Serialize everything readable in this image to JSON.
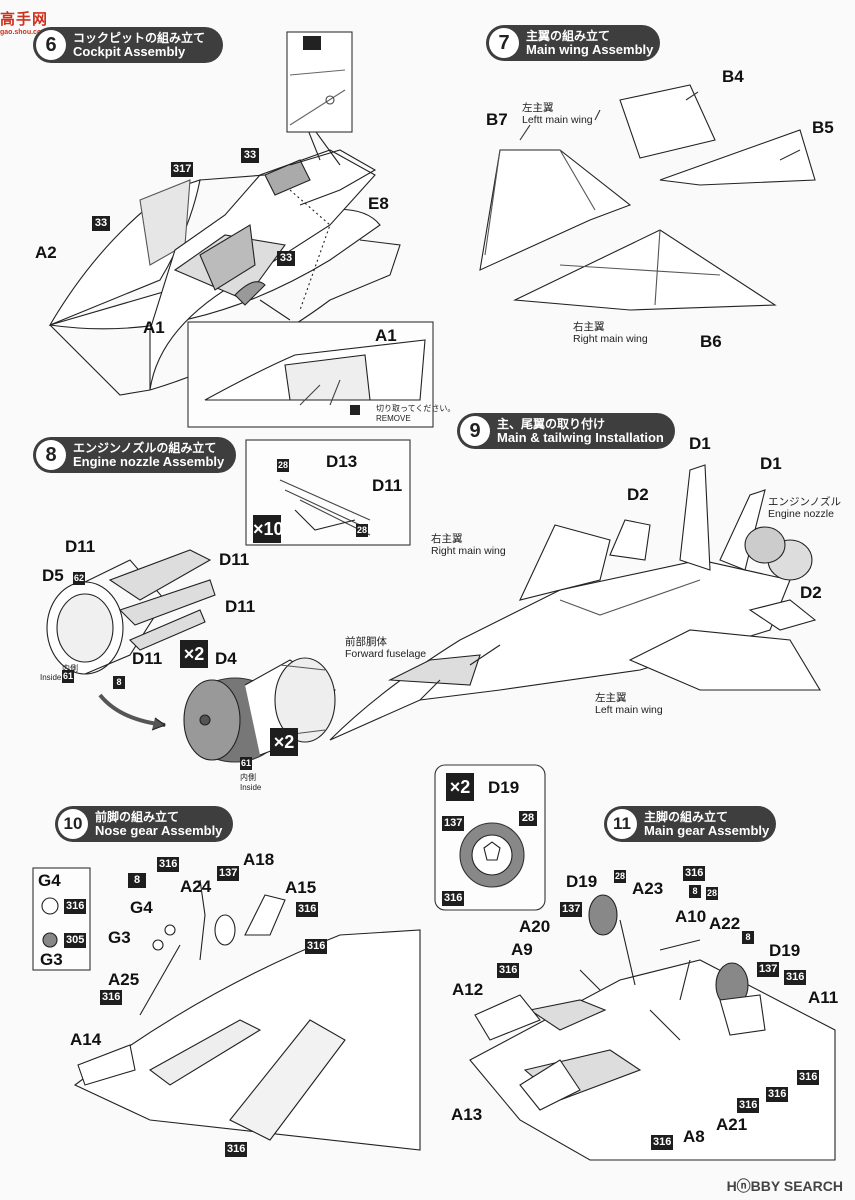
{
  "watermark_top": {
    "text": "高手网",
    "sub": "gao.shou.com"
  },
  "watermark_bottom": "HⓝBBY SEARCH",
  "steps": {
    "s6": {
      "num": "6",
      "jp": "コックピットの組み立て",
      "en": "Cockpit Assembly"
    },
    "s7": {
      "num": "7",
      "jp": "主翼の組み立て",
      "en": "Main wing Assembly"
    },
    "s8": {
      "num": "8",
      "jp": "エンジンノズルの組み立て",
      "en": "Engine nozzle Assembly"
    },
    "s9": {
      "num": "9",
      "jp": "主、尾翼の取り付け",
      "en": "Main & tailwing Installation"
    },
    "s10": {
      "num": "10",
      "jp": "前脚の組み立て",
      "en": "Nose gear Assembly"
    },
    "s11": {
      "num": "11",
      "jp": "主脚の組み立て",
      "en": "Main gear Assembly"
    }
  },
  "cockpit": {
    "parts": {
      "e8": "E8",
      "a2": "A2",
      "a1": "A1",
      "a1_inset": "A1"
    },
    "codes": {
      "c33a": "33",
      "c33b": "33",
      "c33c": "33",
      "c317": "317"
    },
    "remove_note": "切り取ってください。",
    "remove_en": "REMOVE"
  },
  "wing": {
    "parts": {
      "b4": "B4",
      "b5": "B5",
      "b6": "B6",
      "b7": "B7"
    },
    "left_jp": "左主翼",
    "left_en": "Leftt main wing",
    "right_jp": "右主翼",
    "right_en": "Right main wing"
  },
  "nozzle": {
    "parts": {
      "d13": "D13",
      "d11_box": "D11",
      "d11_a": "D11",
      "d11_b": "D11",
      "d11_c": "D11",
      "d11_d": "D11",
      "d5": "D5",
      "d4": "D4"
    },
    "codes": {
      "c28a": "28",
      "c28b": "28",
      "c62": "62",
      "c61a": "61",
      "c61b": "61",
      "c8": "8"
    },
    "mult_box": "×10",
    "mult_a": "×2",
    "mult_b": "×2",
    "inside_jp_a": "内側",
    "inside_en_a": "Inside",
    "inside_jp_b": "内側",
    "inside_en_b": "Inside"
  },
  "install": {
    "parts": {
      "d1a": "D1",
      "d1b": "D1",
      "d2a": "D2",
      "d2b": "D2"
    },
    "nozzle_jp": "エンジンノズル",
    "nozzle_en": "Engine nozzle",
    "right_jp": "右主翼",
    "right_en": "Right main wing",
    "fwd_jp": "前部胴体",
    "fwd_en": "Forward fuselage",
    "left_jp": "左主翼",
    "left_en": "Left main wing"
  },
  "nose_gear": {
    "parts": {
      "g4a": "G4",
      "g4b": "G4",
      "g3a": "G3",
      "g3b": "G3",
      "a24": "A24",
      "a18": "A18",
      "a15": "A15",
      "a25": "A25",
      "a14": "A14"
    },
    "codes": {
      "c316a": "316",
      "c305": "305",
      "c8": "8",
      "c316b": "316",
      "c137": "137",
      "c316c": "316",
      "c316d": "316",
      "c316e": "316",
      "c316f": "316"
    }
  },
  "wheel_box": {
    "mult": "×2",
    "part": "D19",
    "codes": {
      "c137": "137",
      "c28": "28",
      "c316": "316"
    }
  },
  "main_gear": {
    "parts": {
      "d19a": "D19",
      "a23": "A23",
      "a10": "A10",
      "a22": "A22",
      "d19b": "D19",
      "a20": "A20",
      "a9": "A9",
      "a12": "A12",
      "a11": "A11",
      "a13": "A13",
      "a8": "A8",
      "a21": "A21"
    },
    "codes": {
      "c28a": "28",
      "c316a": "316",
      "c8a": "8",
      "c28b": "28",
      "c137a": "137",
      "c316b": "316",
      "c8b": "8",
      "c137b": "137",
      "c316c": "316",
      "c316d": "316",
      "c316e": "316",
      "c316f": "316",
      "c316g": "316"
    }
  }
}
